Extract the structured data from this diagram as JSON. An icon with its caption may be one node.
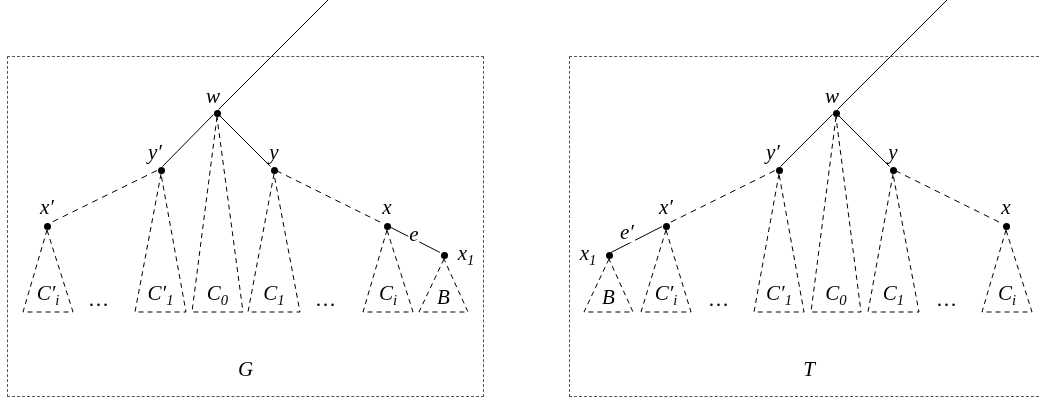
{
  "diagram": {
    "nodes": [
      {
        "text": [
          "G"
        ]
      },
      {
        "text": [],
        "shape": "circle",
        "beside": [
          "w"
        ],
        "in": 0
      },
      {
        "text": [],
        "shape": "circle",
        "beside": [
          "y′"
        ],
        "in": 0
      },
      {
        "text": [],
        "shape": "circle",
        "beside": [
          "y"
        ],
        "in": 0
      },
      {
        "text": [],
        "shape": "circle",
        "beside": [
          "x′"
        ],
        "in": 0
      },
      {
        "text": [],
        "shape": "circle",
        "beside": [
          "x"
        ],
        "in": 0
      },
      {
        "text": [],
        "shape": "circle",
        "beside": [
          "x$_{1}$"
        ],
        "in": 0
      },
      {
        "text": [
          "C′$_{i}$"
        ],
        "in": 0
      },
      {
        "text": [
          "C′$_{1}$"
        ],
        "in": 0
      },
      {
        "text": [
          "C$_{0}$"
        ],
        "in": 0
      },
      {
        "text": [
          "C$_{1}$"
        ],
        "in": 0
      },
      {
        "text": [
          "C$_{i}$"
        ],
        "in": 0
      },
      {
        "text": [
          "B"
        ],
        "in": 0
      },
      {
        "text": [
          "T"
        ]
      },
      {
        "text": [],
        "shape": "circle",
        "beside": [
          "w"
        ],
        "in": 13
      },
      {
        "text": [],
        "shape": "circle",
        "beside": [
          "y′"
        ],
        "in": 13
      },
      {
        "text": [],
        "shape": "circle",
        "beside": [
          "y"
        ],
        "in": 13
      },
      {
        "text": [],
        "shape": "circle",
        "beside": [
          "x′"
        ],
        "in": 13
      },
      {
        "text": [],
        "shape": "circle",
        "beside": [
          "x"
        ],
        "in": 13
      },
      {
        "text": [],
        "shape": "circle",
        "beside": [
          "x$_{1}$"
        ],
        "in": 13
      },
      {
        "text": [
          "B"
        ],
        "in": 13
      },
      {
        "text": [
          "C′$_{i}$"
        ],
        "in": 13
      },
      {
        "text": [
          "C′$_{1}$"
        ],
        "in": 13
      },
      {
        "text": [
          "C$_{0}$"
        ],
        "in": 13
      },
      {
        "text": [
          "C$_{1}$"
        ],
        "in": 13
      },
      {
        "text": [
          "C$_{i}$"
        ],
        "in": 13
      }
    ],
    "edges": [
      {
        "from": 1,
        "to": null,
        "arrow": "none"
      },
      {
        "from": 1,
        "to": 2,
        "arrow": "none"
      },
      {
        "from": 1,
        "to": 3,
        "arrow": "none"
      },
      {
        "from": 2,
        "to": 4,
        "arrow": "none",
        "style": "dashed"
      },
      {
        "from": 3,
        "to": 5,
        "arrow": "none",
        "style": "dashed"
      },
      {
        "from": 5,
        "to": 6,
        "arrow": "none",
        "label": "e"
      },
      {
        "from": 14,
        "to": null,
        "arrow": "none"
      },
      {
        "from": 14,
        "to": 15,
        "arrow": "none"
      },
      {
        "from": 14,
        "to": 16,
        "arrow": "none"
      },
      {
        "from": 15,
        "to": 17,
        "arrow": "none",
        "style": "dashed"
      },
      {
        "from": 16,
        "to": 18,
        "arrow": "none",
        "style": "dashed"
      },
      {
        "from": 17,
        "to": 19,
        "arrow": "none",
        "label": "e′"
      }
    ],
    "labels": [
      "…",
      "…",
      "…",
      "…"
    ]
  }
}
